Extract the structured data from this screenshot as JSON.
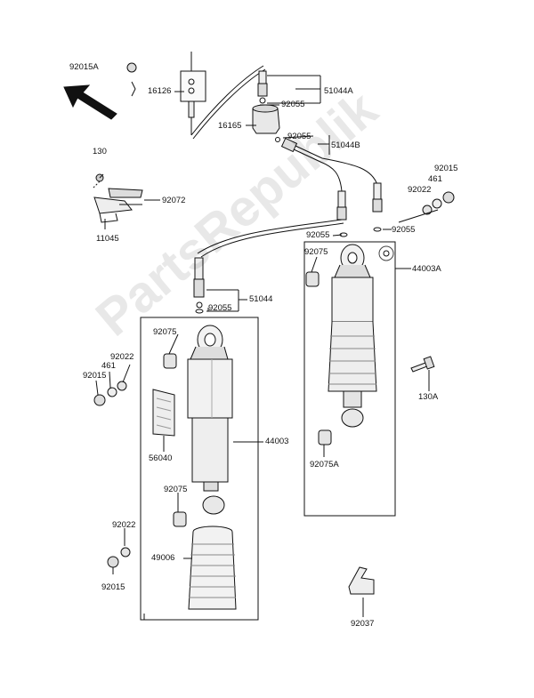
{
  "labels": {
    "p92015A": "92015A",
    "p16126": "16126",
    "p92055a": "92055",
    "p51044A": "51044A",
    "p16165": "16165",
    "p92055b": "92055",
    "p51044B": "51044B",
    "p130": "130",
    "p92072": "92072",
    "p11045": "11045",
    "p92015r": "92015",
    "p461r": "461",
    "p92022r": "92022",
    "p92055c": "92055",
    "p92055d": "92055",
    "p92075r": "92075",
    "p44003A": "44003A",
    "p51044": "51044",
    "p92055e": "92055",
    "p92075l": "92075",
    "p92022l": "92022",
    "p461l": "461",
    "p92015l": "92015",
    "p130A": "130A",
    "p44003": "44003",
    "p56040": "56040",
    "p92075A": "92075A",
    "p92075m": "92075",
    "p92022b": "92022",
    "p49006": "49006",
    "p92015b": "92015",
    "p92037": "92037"
  },
  "watermark": "PartsRepublik",
  "colors": {
    "line": "#111111",
    "part_fill": "#f2f2f2",
    "shade": "#bdbdbd"
  }
}
